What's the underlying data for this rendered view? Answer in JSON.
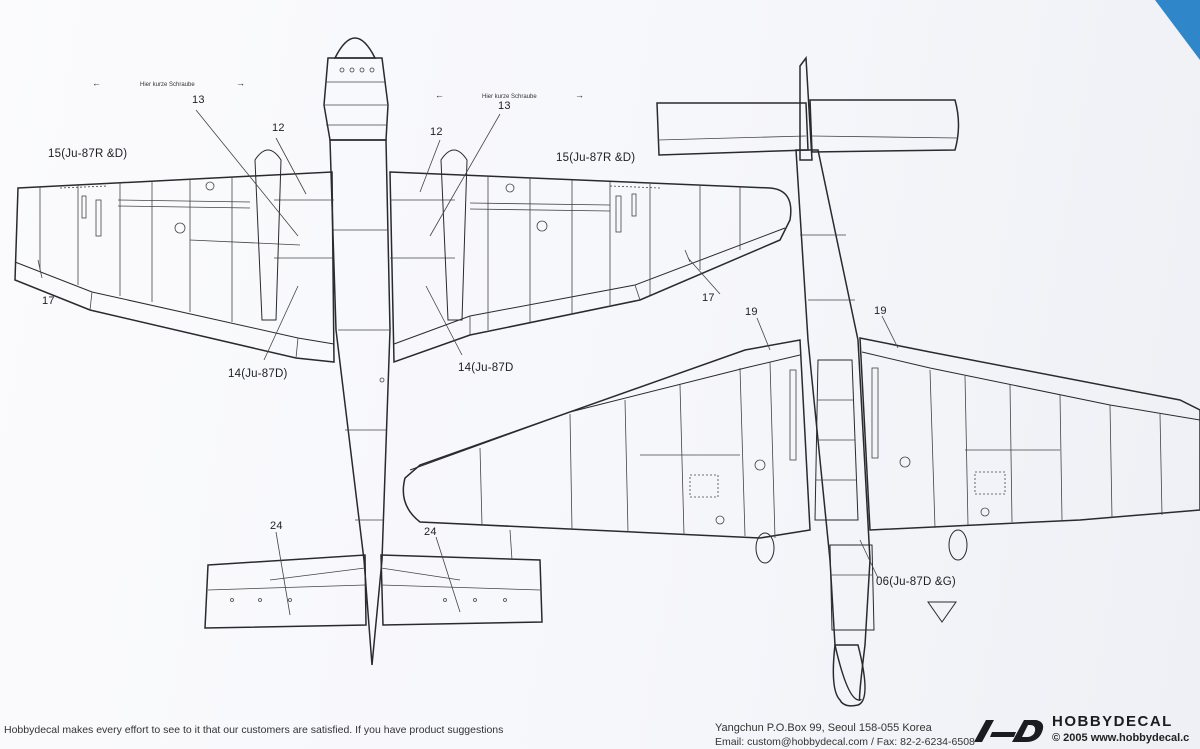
{
  "labels": {
    "l13a": "13",
    "l13b": "13",
    "l12a": "12",
    "l12b": "12",
    "l15a": "15(Ju-87R &D)",
    "l15b": "15(Ju-87R &D)",
    "l17a": "17",
    "l17b": "17",
    "l14a": "14(Ju-87D)",
    "l14b": "14(Ju-87D",
    "l24a": "24",
    "l24b": "24",
    "l19a": "19",
    "l19b": "19",
    "l06": "06(Ju-87D &G)"
  },
  "notes": {
    "screw_left": "Hier kurze Schraube",
    "screw_right": "Hier kurze Schraube"
  },
  "footer": {
    "disclaimer": "Hobbydecal makes every effort to see to it that our customers are satisfied. If you have product suggestions",
    "address": "Yangchun P.O.Box 99, Seoul 158-055 Korea",
    "contact": "Email: custom@hobbydecal.com / Fax: 82-2-6234-6508",
    "brand": "HOBBYDECAL",
    "copyright": "© 2005 www.hobbydecal.c"
  },
  "colors": {
    "backdrop": "#2f86c8",
    "paper": "#f6f7fb",
    "ink": "#2a2a2e"
  }
}
